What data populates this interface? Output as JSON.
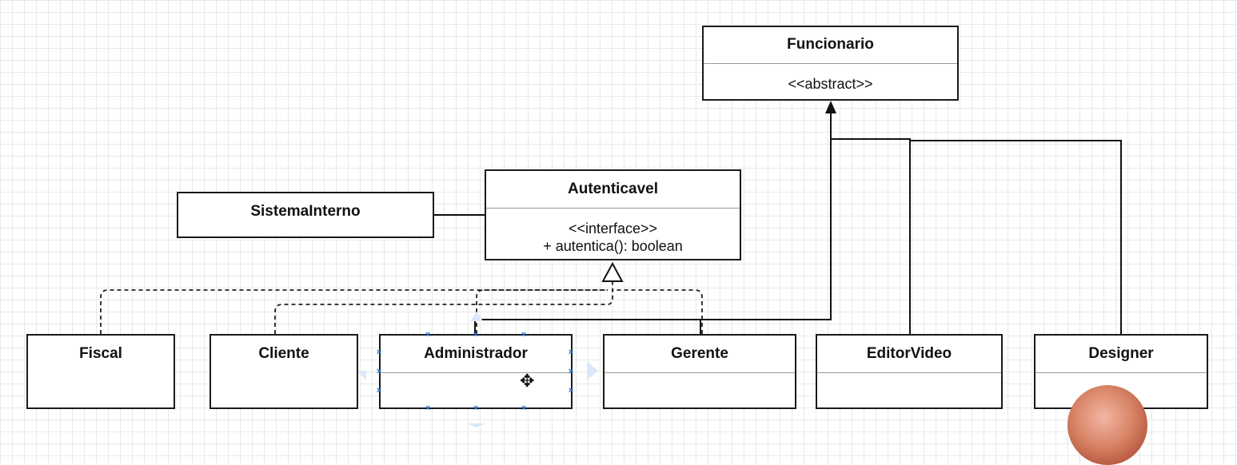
{
  "diagram": {
    "classes": {
      "funcionario": {
        "name": "Funcionario",
        "body": [
          "<<abstract>>"
        ]
      },
      "autenticavel": {
        "name": "Autenticavel",
        "body": [
          "<<interface>>",
          "+ autentica(): boolean"
        ]
      },
      "sistema_interno": {
        "name": "SistemaInterno"
      },
      "fiscal": {
        "name": "Fiscal"
      },
      "cliente": {
        "name": "Cliente"
      },
      "administrador": {
        "name": "Administrador"
      },
      "gerente": {
        "name": "Gerente"
      },
      "editor_video": {
        "name": "EditorVideo"
      },
      "designer": {
        "name": "Designer"
      }
    },
    "relations": [
      {
        "from": "Fiscal",
        "to": "Autenticavel",
        "kind": "realization"
      },
      {
        "from": "Cliente",
        "to": "Autenticavel",
        "kind": "realization"
      },
      {
        "from": "Administrador",
        "to": "Autenticavel",
        "kind": "realization"
      },
      {
        "from": "Gerente",
        "to": "Autenticavel",
        "kind": "realization"
      },
      {
        "from": "Administrador",
        "to": "Funcionario",
        "kind": "generalization"
      },
      {
        "from": "Gerente",
        "to": "Funcionario",
        "kind": "generalization"
      },
      {
        "from": "EditorVideo",
        "to": "Funcionario",
        "kind": "generalization"
      },
      {
        "from": "Designer",
        "to": "Funcionario",
        "kind": "generalization"
      },
      {
        "from": "SistemaInterno",
        "to": "Autenticavel",
        "kind": "association"
      }
    ],
    "selected": "Administrador",
    "selection_color": "#2a73d8",
    "icons": {
      "move": "move-icon",
      "presenter": "presenter-video-avatar"
    }
  }
}
